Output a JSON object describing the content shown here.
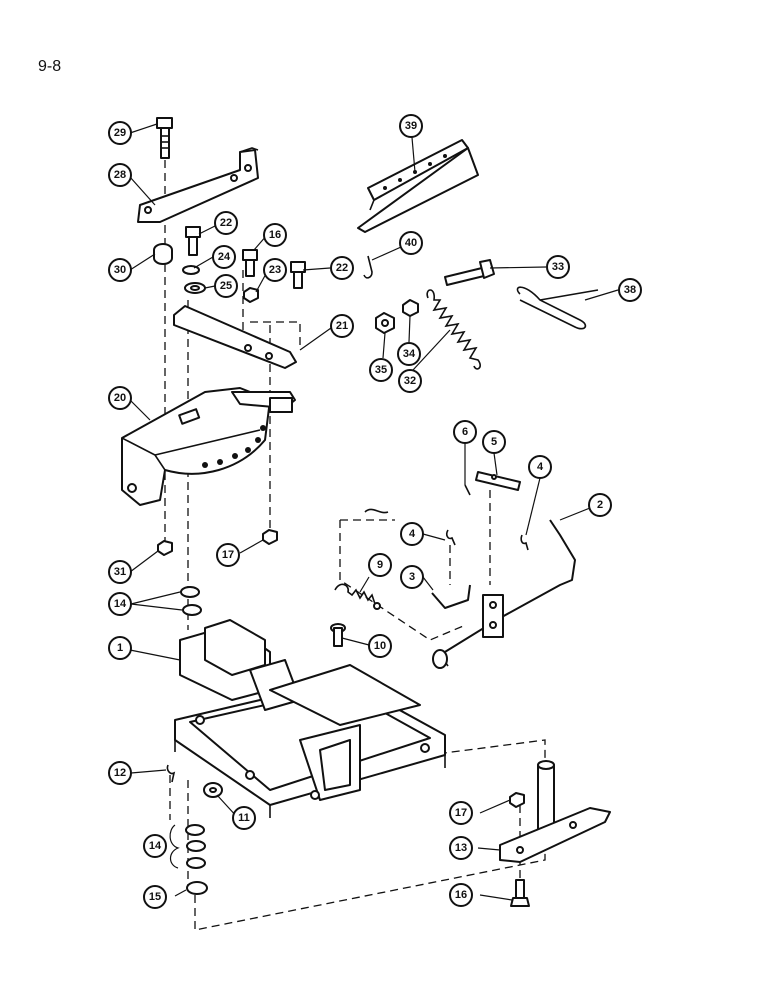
{
  "page": {
    "number": "9-8"
  },
  "callouts": [
    {
      "id": "c1",
      "label": "1"
    },
    {
      "id": "c2",
      "label": "2"
    },
    {
      "id": "c3",
      "label": "3"
    },
    {
      "id": "c4a",
      "label": "4"
    },
    {
      "id": "c4b",
      "label": "4"
    },
    {
      "id": "c5",
      "label": "5"
    },
    {
      "id": "c6",
      "label": "6"
    },
    {
      "id": "c9",
      "label": "9"
    },
    {
      "id": "c10",
      "label": "10"
    },
    {
      "id": "c11",
      "label": "11"
    },
    {
      "id": "c12",
      "label": "12"
    },
    {
      "id": "c13",
      "label": "13"
    },
    {
      "id": "c14a",
      "label": "14"
    },
    {
      "id": "c14b",
      "label": "14"
    },
    {
      "id": "c15",
      "label": "15"
    },
    {
      "id": "c16a",
      "label": "16"
    },
    {
      "id": "c16b",
      "label": "16"
    },
    {
      "id": "c17a",
      "label": "17"
    },
    {
      "id": "c17b",
      "label": "17"
    },
    {
      "id": "c20",
      "label": "20"
    },
    {
      "id": "c21",
      "label": "21"
    },
    {
      "id": "c22a",
      "label": "22"
    },
    {
      "id": "c22b",
      "label": "22"
    },
    {
      "id": "c23",
      "label": "23"
    },
    {
      "id": "c24",
      "label": "24"
    },
    {
      "id": "c25",
      "label": "25"
    },
    {
      "id": "c28",
      "label": "28"
    },
    {
      "id": "c29",
      "label": "29"
    },
    {
      "id": "c30",
      "label": "30"
    },
    {
      "id": "c31",
      "label": "31"
    },
    {
      "id": "c32",
      "label": "32"
    },
    {
      "id": "c33",
      "label": "33"
    },
    {
      "id": "c34",
      "label": "34"
    },
    {
      "id": "c35",
      "label": "35"
    },
    {
      "id": "c38",
      "label": "38"
    },
    {
      "id": "c39",
      "label": "39"
    },
    {
      "id": "c40",
      "label": "40"
    }
  ]
}
